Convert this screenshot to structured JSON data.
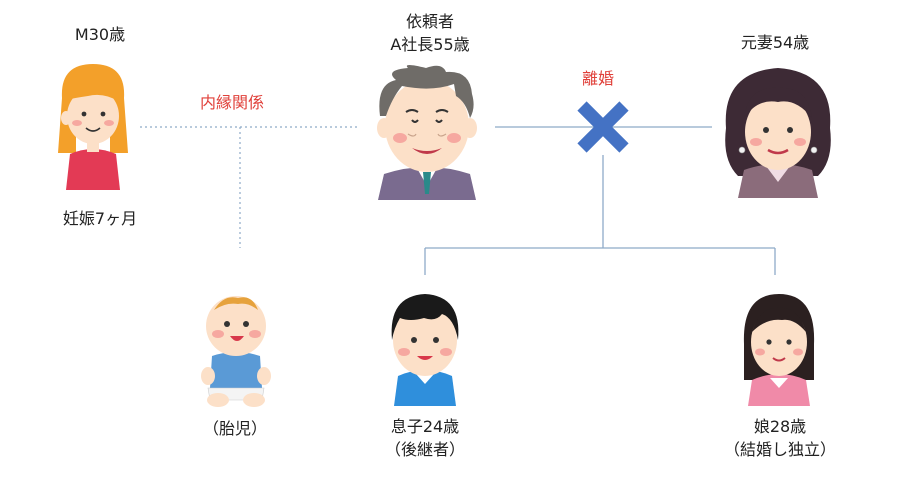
{
  "people": {
    "m": {
      "name": "M30歳",
      "note": "妊娠7ヶ月"
    },
    "client": {
      "role": "依頼者",
      "name": "A社長55歳"
    },
    "exwife": {
      "name": "元妻54歳"
    },
    "fetus": {
      "name": "（胎児）"
    },
    "son": {
      "name": "息子24歳",
      "note": "（後継者）"
    },
    "daughter": {
      "name": "娘28歳",
      "note": "（結婚し独立）"
    }
  },
  "relations": {
    "common_law": "内縁関係",
    "divorce": "離婚"
  },
  "colors": {
    "relation_label": "#e0403a",
    "divorce_mark": "#4472c4",
    "line": "#8eaac8",
    "skin": "#fce0c8",
    "cheek": "#f6a8a0"
  }
}
